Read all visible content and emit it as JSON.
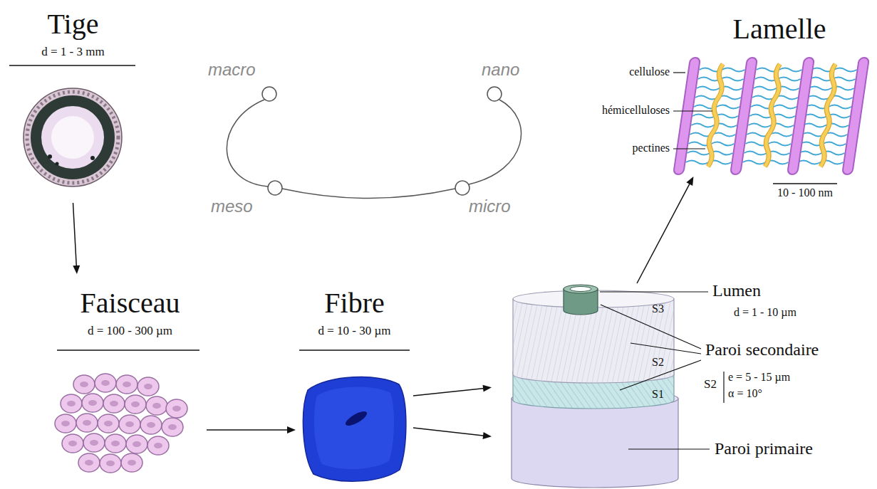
{
  "diagram": {
    "nodes": [
      {
        "text": [
          "Tige",
          "d = 1 - 3 mm"
        ]
      },
      {
        "text": [
          "Faisceau",
          "d = 100 - 300 µm"
        ]
      },
      {
        "text": [
          "Fibre",
          "d = 10 - 30 µm"
        ]
      },
      {
        "text": [
          "S3",
          "S2",
          "S1"
        ]
      },
      {
        "text": [
          "Lamelle"
        ]
      }
    ],
    "edges": [
      {
        "from": 0,
        "to": 1,
        "arrow": "to"
      },
      {
        "from": 1,
        "to": 2,
        "arrow": "to"
      },
      {
        "from": 2,
        "to": 3,
        "arrow": "to"
      },
      {
        "from": 2,
        "to": 3,
        "arrow": "to"
      },
      {
        "from": 3,
        "to": 4,
        "arrow": "to"
      }
    ],
    "labels": [
      "macro",
      "nano",
      "meso",
      "micro",
      "cellulose",
      "hémicelluloses",
      "pectines",
      "10 - 100 nm",
      "Lumen",
      "d = 1 - 10 µm",
      "Paroi secondaire",
      "S2",
      "e = 5 - 15 µm",
      "α = 10°",
      "Paroi primaire"
    ]
  }
}
